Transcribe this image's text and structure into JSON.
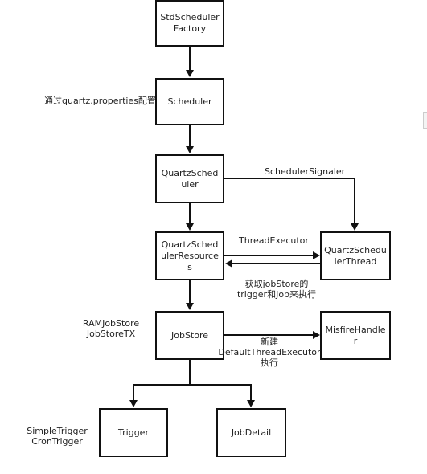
{
  "nodes": {
    "factory": "StdSchedulerFactory",
    "scheduler": "Scheduler",
    "quartz_scheduler": "QuartzScheduler",
    "resources": "QuartzSchedulerResources",
    "scheduler_thread": "QuartzSchedulerThread",
    "jobstore": "JobStore",
    "misfire": "MisfireHandler",
    "trigger": "Trigger",
    "jobdetail": "JobDetail"
  },
  "labels": {
    "config_note": "通过quartz.properties配置",
    "signaler": "SchedulerSignaler",
    "thread_executor": "ThreadExecutor",
    "get_jobstore_1": "获取jobStore的",
    "get_jobstore_2": "trigger和Job来执行",
    "jobstore_impl_1": "RAMJobStore",
    "jobstore_impl_2": "JobStoreTX",
    "new_1": "新建",
    "new_2": "DefaultThreadExecutor",
    "new_3": "执行",
    "trigger_impl_1": "SimpleTrigger",
    "trigger_impl_2": "CronTrigger"
  },
  "edge_color": "#111111"
}
